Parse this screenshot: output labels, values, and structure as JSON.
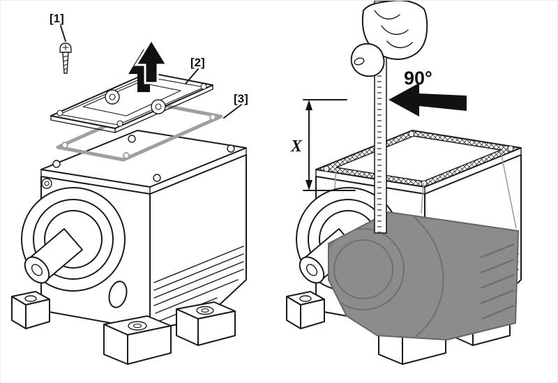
{
  "diagram": {
    "left_panel": {
      "callouts": {
        "screw": "[1]",
        "cover_plate": "[2]",
        "gasket": "[3]"
      }
    },
    "right_panel": {
      "angle_label": "90°",
      "level_dimension_label": "X"
    },
    "colors": {
      "line": "#1a1a1a",
      "gasket_gray": "#9aa0a4",
      "oil_gray": "#8c8c8c",
      "oil_edge": "#666666",
      "arrow_black": "#111111"
    }
  }
}
